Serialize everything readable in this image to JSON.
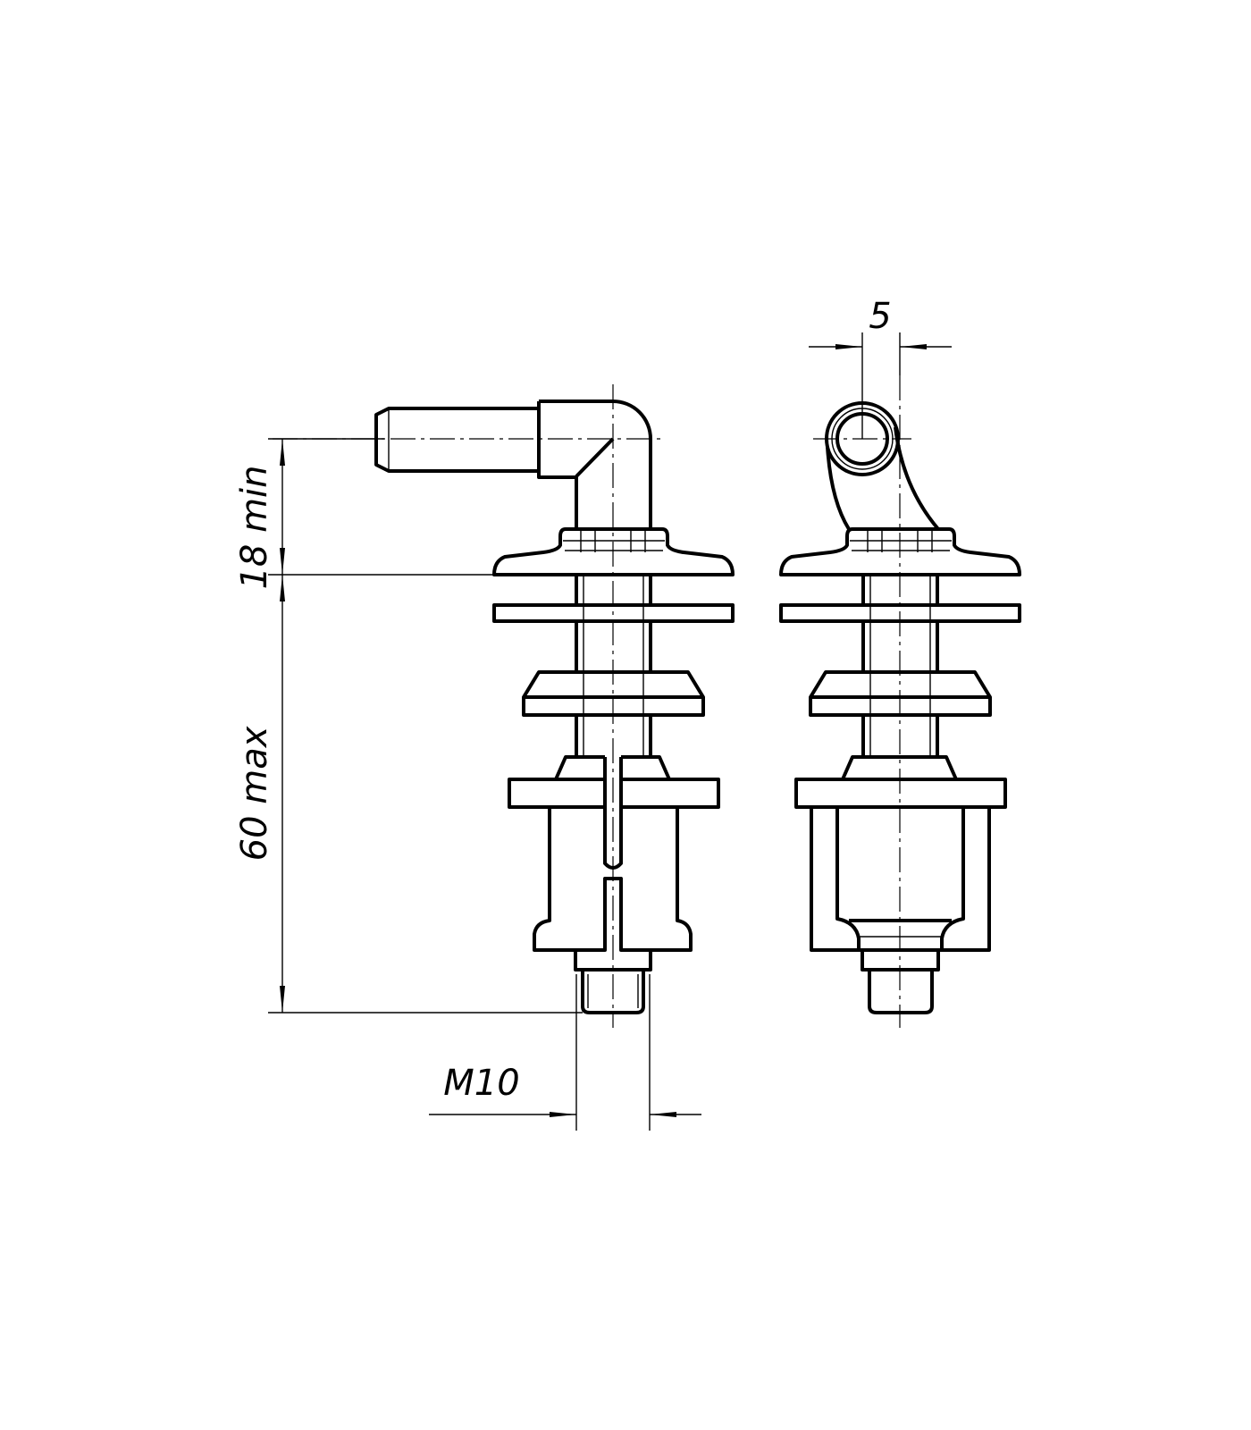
{
  "drawing": {
    "dimensions": {
      "height_min": "18 min",
      "height_max": "60 max",
      "thread": "M10",
      "offset": "5"
    },
    "line_color": "#000000",
    "background": "#ffffff"
  }
}
